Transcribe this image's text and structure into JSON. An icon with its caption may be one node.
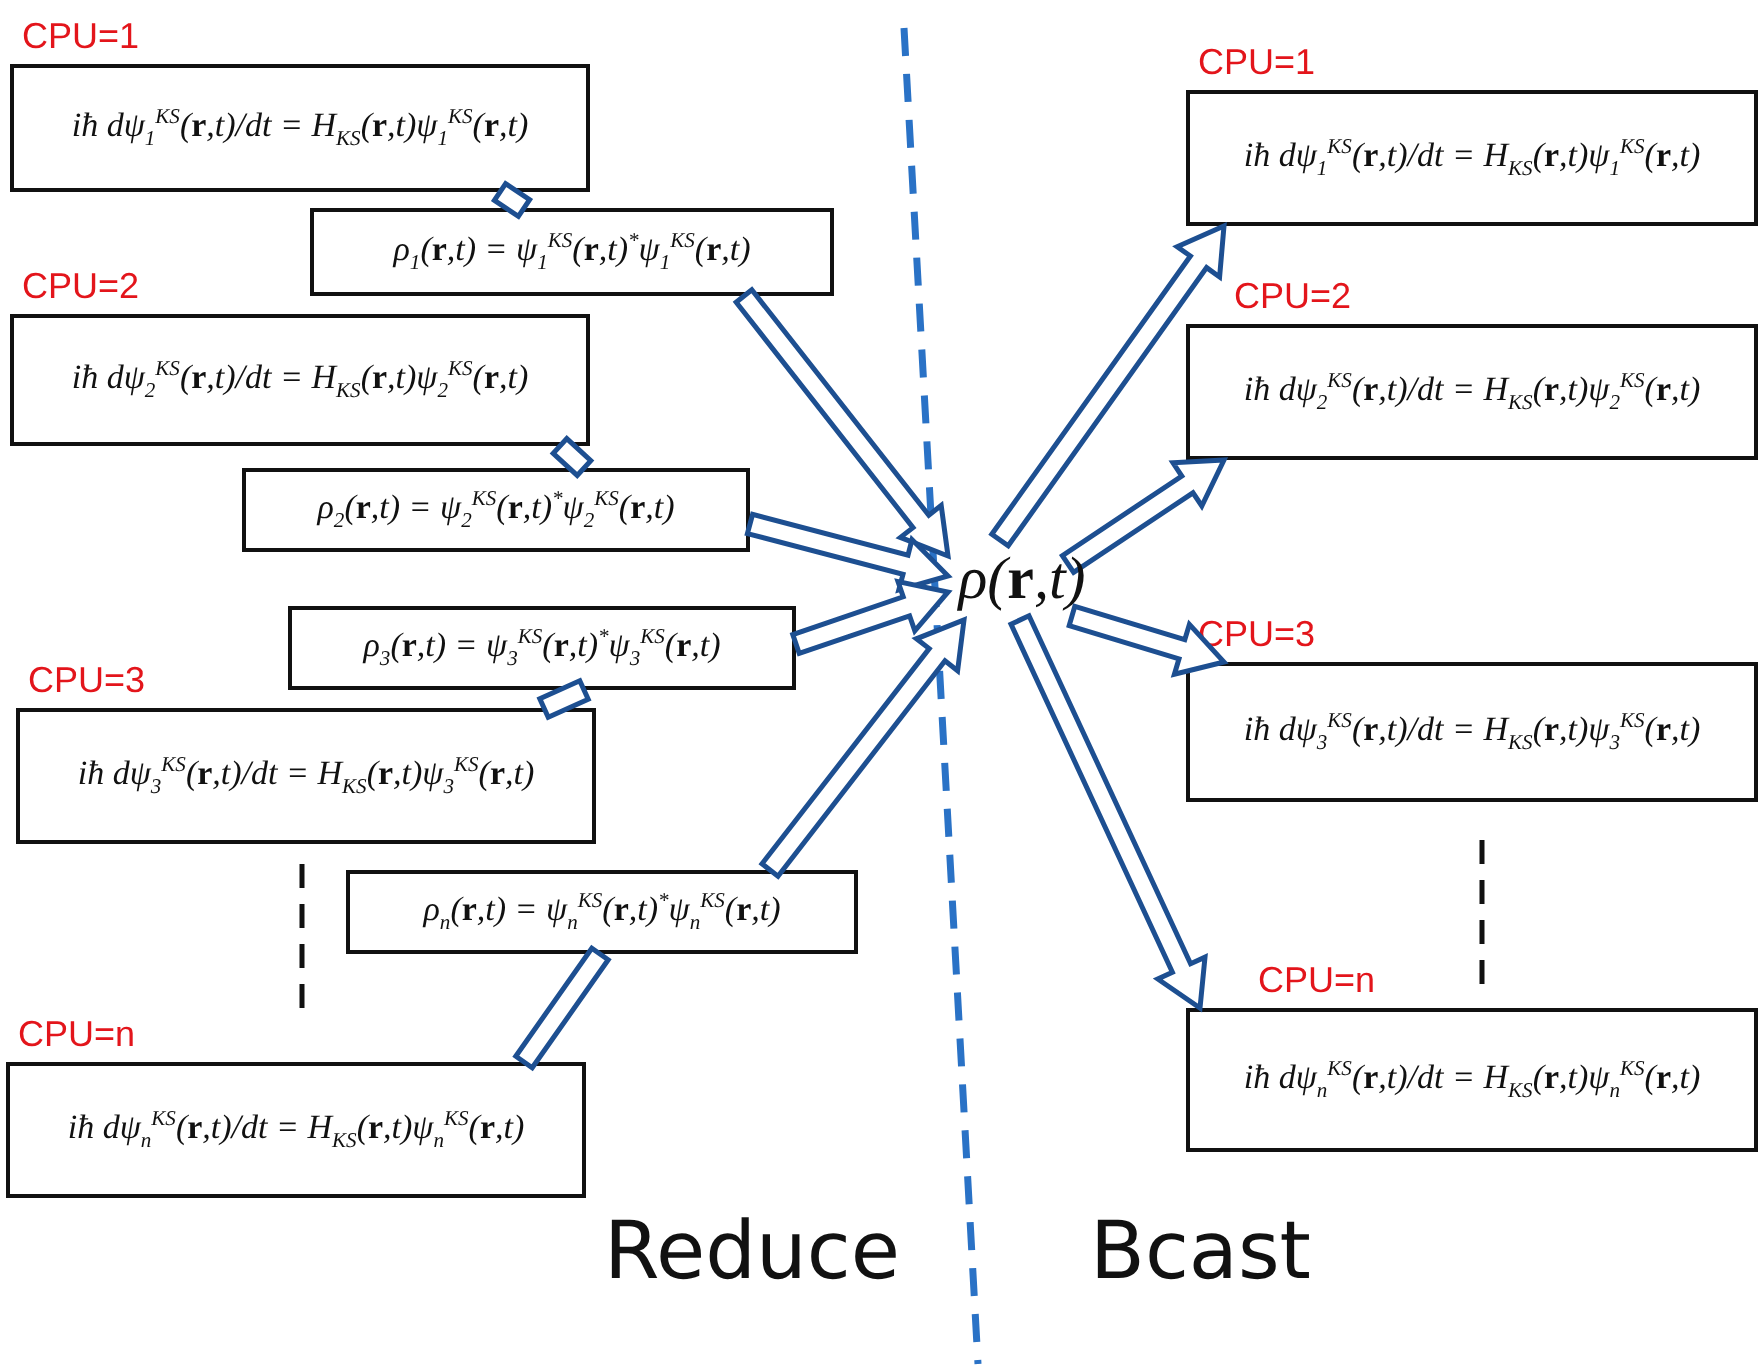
{
  "diagram": {
    "nodes": [
      {
        "text": [
          "CPU=1",
          "iħ dψ$_{1}$$^{KS}$(**r**,t)/dt = H$_{KS}$(**r**,t)ψ$_{1}$$^{KS}$(**r**,t)"
        ]
      },
      {
        "text": [
          "ρ$_{1}$(**r**,t) = ψ$_{1}$$^{KS}$(**r**,t)$^{*}$ψ$_{1}$$^{KS}$(**r**,t)"
        ]
      },
      {
        "text": [
          "CPU=2",
          "iħ dψ$_{2}$$^{KS}$(**r**,t)/dt = H$_{KS}$(**r**,t)ψ$_{2}$$^{KS}$(**r**,t)"
        ]
      },
      {
        "text": [
          "ρ$_{2}$(**r**,t) = ψ$_{2}$$^{KS}$(**r**,t)$^{*}$ψ$_{2}$$^{KS}$(**r**,t)"
        ]
      },
      {
        "text": [
          "ρ$_{3}$(**r**,t) = ψ$_{3}$$^{KS}$(**r**,t)$^{*}$ψ$_{3}$$^{KS}$(**r**,t)"
        ]
      },
      {
        "text": [
          "CPU=3",
          "iħ dψ$_{3}$$^{KS}$(**r**,t)/dt = H$_{KS}$(**r**,t)ψ$_{3}$$^{KS}$(**r**,t)"
        ]
      },
      {
        "text": [
          "ρ$_{n}$(**r**,t) = ψ$_{n}$$^{KS}$(**r**,t)$^{*}$ψ$_{n}$$^{KS}$(**r**,t)"
        ]
      },
      {
        "text": [
          "CPU=n",
          "iħ dψ$_{n}$$^{KS}$(**r**,t)/dt = H$_{KS}$(**r**,t)ψ$_{n}$$^{KS}$(**r**,t)"
        ]
      },
      {
        "text": [
          "ρ(**r**,t)"
        ]
      },
      {
        "text": [
          "CPU=1",
          "iħ dψ$_{1}$$^{KS}$(**r**,t)/dt = H$_{KS}$(**r**,t)ψ$_{1}$$^{KS}$(**r**,t)"
        ]
      },
      {
        "text": [
          "CPU=2",
          "iħ dψ$_{2}$$^{KS}$(**r**,t)/dt = H$_{KS}$(**r**,t)ψ$_{2}$$^{KS}$(**r**,t)"
        ]
      },
      {
        "text": [
          "CPU=3",
          "iħ dψ$_{3}$$^{KS}$(**r**,t)/dt = H$_{KS}$(**r**,t)ψ$_{3}$$^{KS}$(**r**,t)"
        ]
      },
      {
        "text": [
          "CPU=n",
          "iħ dψ$_{n}$$^{KS}$(**r**,t)/dt = H$_{KS}$(**r**,t)ψ$_{n}$$^{KS}$(**r**,t)"
        ]
      }
    ],
    "edges": [
      {
        "from": 0,
        "to": 1,
        "arrow": "none"
      },
      {
        "from": 1,
        "to": 8,
        "arrow": "to"
      },
      {
        "from": 2,
        "to": 3,
        "arrow": "none"
      },
      {
        "from": 3,
        "to": 8,
        "arrow": "to"
      },
      {
        "from": 5,
        "to": 4,
        "arrow": "none"
      },
      {
        "from": 4,
        "to": 8,
        "arrow": "to"
      },
      {
        "from": 7,
        "to": 6,
        "arrow": "none"
      },
      {
        "from": 6,
        "to": 8,
        "arrow": "to"
      },
      {
        "from": 8,
        "to": 9,
        "arrow": "to"
      },
      {
        "from": 8,
        "to": 10,
        "arrow": "to"
      },
      {
        "from": 8,
        "to": 11,
        "arrow": "to"
      },
      {
        "from": 8,
        "to": 12,
        "arrow": "to"
      }
    ],
    "labels": [
      "Reduce",
      "Bcast"
    ]
  }
}
